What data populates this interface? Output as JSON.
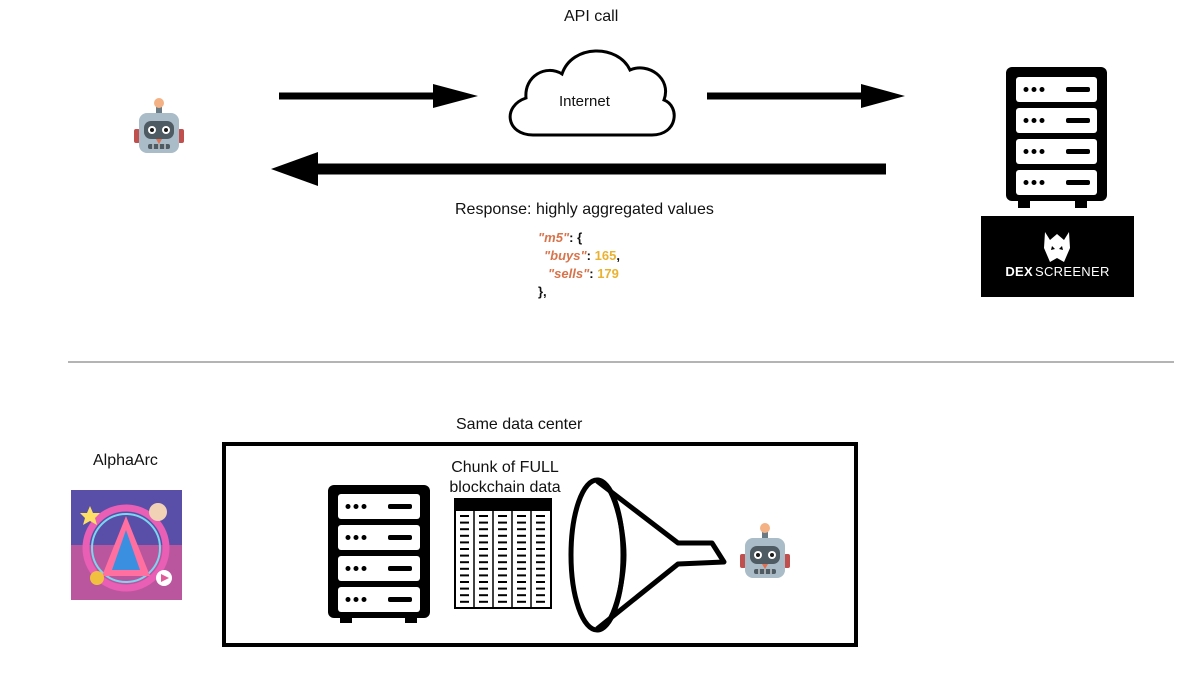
{
  "top": {
    "api_call_label": "API call",
    "internet_label": "Internet",
    "response_label": "Response: highly aggregated values",
    "json_snippet": {
      "group_key": "\"m5\"",
      "open": ": {",
      "buys_key": "\"buys\"",
      "buys_value": "165",
      "sells_key": "\"sells\"",
      "sells_value": "179",
      "close": "},"
    },
    "dex_logo": {
      "text_bold": "DEX",
      "text_regular": "SCREENER"
    }
  },
  "bottom": {
    "container_label": "Same data center",
    "alphaarc_label": "AlphaArc",
    "chunk_label_line1": "Chunk of FULL",
    "chunk_label_line2": "blockchain data"
  },
  "colors": {
    "json_key": "#d9734a",
    "json_value": "#e9b230",
    "robot_body": "#9fb3bf",
    "dex_bg": "#000000"
  },
  "icons": [
    "robot-icon",
    "cloud-icon",
    "server-rack-icon",
    "eagle-logo-icon",
    "data-table-icon",
    "funnel-icon",
    "alphaarc-logo"
  ]
}
